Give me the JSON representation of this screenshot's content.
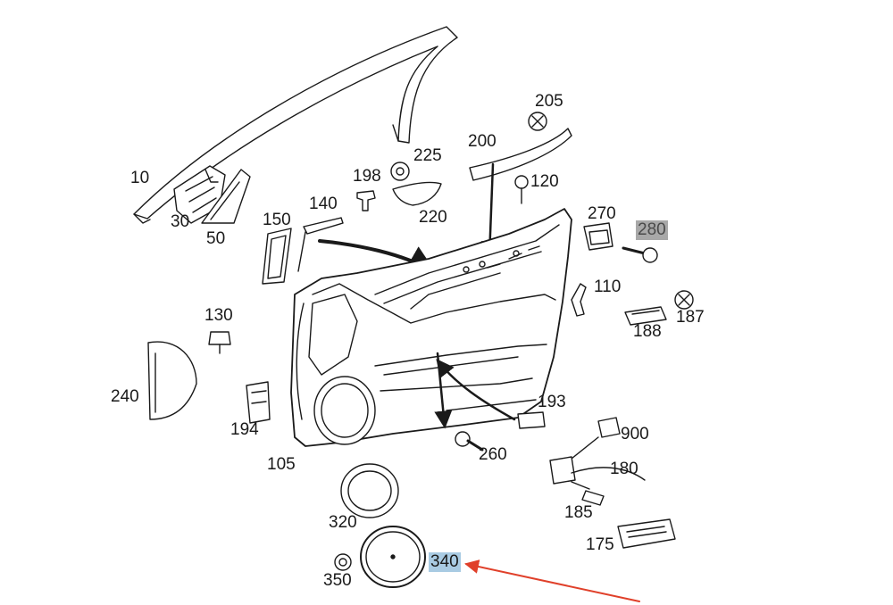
{
  "labels": {
    "p10": "10",
    "p30": "30",
    "p50": "50",
    "p105": "105",
    "p110": "110",
    "p120": "120",
    "p130": "130",
    "p140": "140",
    "p150": "150",
    "p175": "175",
    "p180": "180",
    "p185": "185",
    "p187": "187",
    "p188": "188",
    "p193": "193",
    "p194": "194",
    "p198": "198",
    "p200": "200",
    "p205": "205",
    "p220": "220",
    "p225": "225",
    "p240": "240",
    "p260": "260",
    "p270": "270",
    "p280": "280",
    "p320": "320",
    "p340": "340",
    "p350": "350",
    "p900": "900"
  },
  "highlights": {
    "p280": "#a8a8a8",
    "p340": "#a9cbe3"
  },
  "annotation_arrow_color": "#e0402a"
}
